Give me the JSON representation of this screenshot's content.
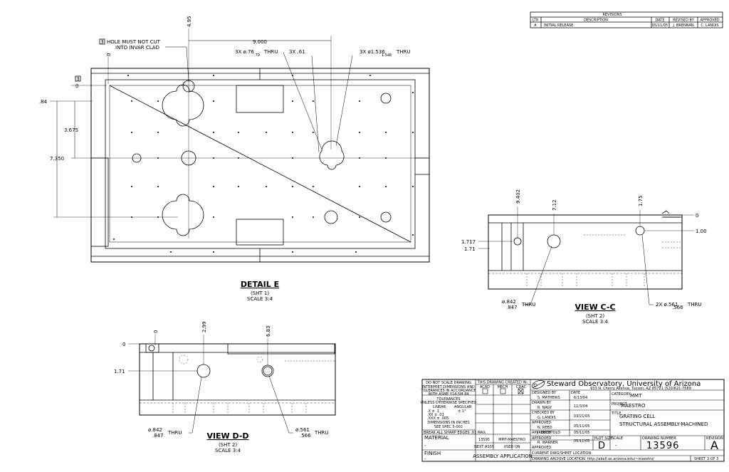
{
  "revisions": {
    "title": "REVISIONS",
    "headers": [
      "LTR",
      "DESCRIPTION",
      "DATE",
      "REVISED BY",
      "APPROVED"
    ],
    "row": [
      "A",
      "INITIAL RELEASE",
      "05/11/05",
      "J. BRENNAN",
      "C. LANDIS"
    ]
  },
  "detail_e": {
    "title": "DETAIL E",
    "sheet": "(SHT 1)",
    "scale": "SCALE 3:4",
    "note_marker": "3",
    "note_line1": "HOLE MUST NOT CUT",
    "note_line2": "INTO INVAR CLAD",
    "corner_marker": "3",
    "dims": {
      "top": "4.95",
      "span": "9.000",
      "zero_top": "0",
      "zero_left": "0",
      "d84": ".84",
      "d3675": "3.675",
      "d7350": "7.350",
      "hole1": "3X ø.76",
      "hole1b": ".79",
      "thru1": "THRU",
      "hole2": "3X .61",
      "hole3": "3X ø1.536",
      "hole3b": "1.546",
      "thru3": "THRU"
    }
  },
  "view_cc": {
    "title": "VIEW C-C",
    "sheet": "(SHT 2)",
    "scale": "SCALE 3:4",
    "dims": {
      "d9402": "9.402",
      "d712": "7.12",
      "d175": "1.75",
      "zero": "0",
      "d100": "1.00",
      "d1717": "1.717",
      "d171": "1.71",
      "left_hole": "ø.842",
      "left_hole_b": ".847",
      "left_thru": "THRU",
      "right_hole": "2X ø.561",
      "right_hole_b": ".566",
      "right_thru": "THRU"
    }
  },
  "view_dd": {
    "title": "VIEW D-D",
    "sheet": "(SHT 2)",
    "scale": "SCALE 3:4",
    "dims": {
      "zero_top": "0",
      "d299": "2.99",
      "d683": "6.83",
      "zero_left": "0",
      "d171": "1.71",
      "left_hole": "ø.842",
      "left_hole_b": ".847",
      "left_thru": "THRU",
      "right_hole": "ø.561",
      "right_hole_b": ".566",
      "right_thru": "THRU"
    }
  },
  "title_block": {
    "no_scale": "DO NOT SCALE DRAWING",
    "interpret1": "INTERPRET DIMENSIONS AND",
    "interpret2": "TOLERANCES IN ACCORDANCE",
    "interpret3": "WITH ASME Y14.5M-94",
    "tolerances": "TOLERANCES",
    "unless": "UNLESS OTHERWISE SPECIFIED",
    "linear": "LINEAR",
    "angular": "ANGULAR",
    "tol1": ".X   ± .1",
    "tol2": ".XX  ± .01",
    "tol3": ".XXX ± .005",
    "tol_ang": "± 1°",
    "dims_in": "DIMENSIONS IN INCHES",
    "spec": "SEE SPEC 5-002",
    "break": "BREAK ALL SHARP EDGES .01 MAX",
    "material": "MATERIAL",
    "material_val": "-",
    "finish": "FINISH",
    "finish_val": "-",
    "created": "THIS DRAWING CREATED IN:",
    "acad": "ACAD",
    "mech": "MECH",
    "cdac": "CDAC",
    "next_num": "13595",
    "next_proj": "MMT-MAESTRO",
    "next_assy": "NEXT ASSY",
    "used_on": "USED ON",
    "assy_app": "ASSEMBLY APPLICATION",
    "org": "Steward Observatory, University of Arizona",
    "address": "933 N. Cherry Avenue, Tucson, AZ 85721  (520)621-7589",
    "designed_by": "DESIGNED BY",
    "designer": "S. MATHEWS",
    "date_lbl": "DATE",
    "date_val": "6/13/04",
    "category_lbl": "CATEGORY",
    "category": "MMT",
    "drawn_by": "DRAWN BY",
    "drawer": "R. NAGY",
    "drawn_date": "11/3/04",
    "project_lbl": "PROJECT",
    "project": "MAESTRO",
    "checked_by": "CHECKED BY",
    "checker": "G. LANDIS",
    "checked_date": "03/21/05",
    "approved1_lbl": "APPROVED",
    "approved1": "N. REED",
    "approved1_date": "05/11/05",
    "approved2_lbl": "APPROVED",
    "approved2": "J. BECHTOLD",
    "approved2_date": "05/11/05",
    "approved3_lbl": "APPROVED",
    "approved3": "R. WARNER",
    "approved3_date": "05/11/05",
    "approved4_lbl": "APPROVED",
    "title_lbl": "TITLE",
    "title1": "GRATING CELL",
    "title2": "STRUCTURAL ASSEMBLY-MACHINED",
    "plot_size_lbl": "PLOT SIZE",
    "plot_size": "D",
    "scale_lbl": "SCALE",
    "scale_val": "-",
    "dwg_num_lbl": "DRAWING NUMBER",
    "dwg_num": "13596",
    "rev_lbl": "REVISION",
    "rev": "A",
    "current_loc": "CURRENT DWG/SHEET LOCATION:",
    "archive_loc": "DRAWING ARCHIVE LOCATION: http://abell.as.arizona.edu/~maestro/",
    "sheet": "SHEET 3 OF 3"
  }
}
